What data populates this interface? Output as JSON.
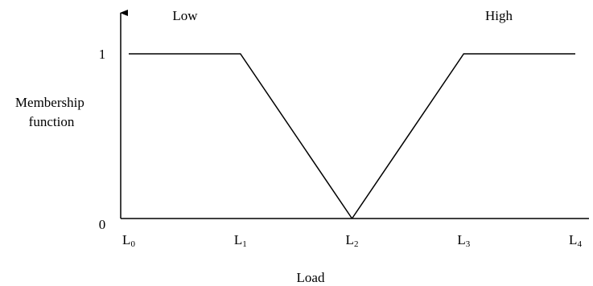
{
  "chart_data": {
    "type": "line",
    "title": "",
    "xlabel": "Load",
    "ylabel": [
      "Membership",
      "function"
    ],
    "y_ticks": [
      "0",
      "1"
    ],
    "x_ticks": [
      {
        "base": "L",
        "sub": "0"
      },
      {
        "base": "L",
        "sub": "1"
      },
      {
        "base": "L",
        "sub": "2"
      },
      {
        "base": "L",
        "sub": "3"
      },
      {
        "base": "L",
        "sub": "4"
      }
    ],
    "x": [
      0,
      1,
      2,
      3,
      4
    ],
    "ylim": [
      0,
      1
    ],
    "xlim": [
      0,
      4
    ],
    "grid": false,
    "legend": "none",
    "line_color": "#000000",
    "series": [
      {
        "name": "Low",
        "points": [
          [
            0,
            1
          ],
          [
            1,
            1
          ],
          [
            2,
            0
          ]
        ]
      },
      {
        "name": "High",
        "points": [
          [
            2,
            0
          ],
          [
            3,
            1
          ],
          [
            4,
            1
          ]
        ]
      }
    ]
  }
}
